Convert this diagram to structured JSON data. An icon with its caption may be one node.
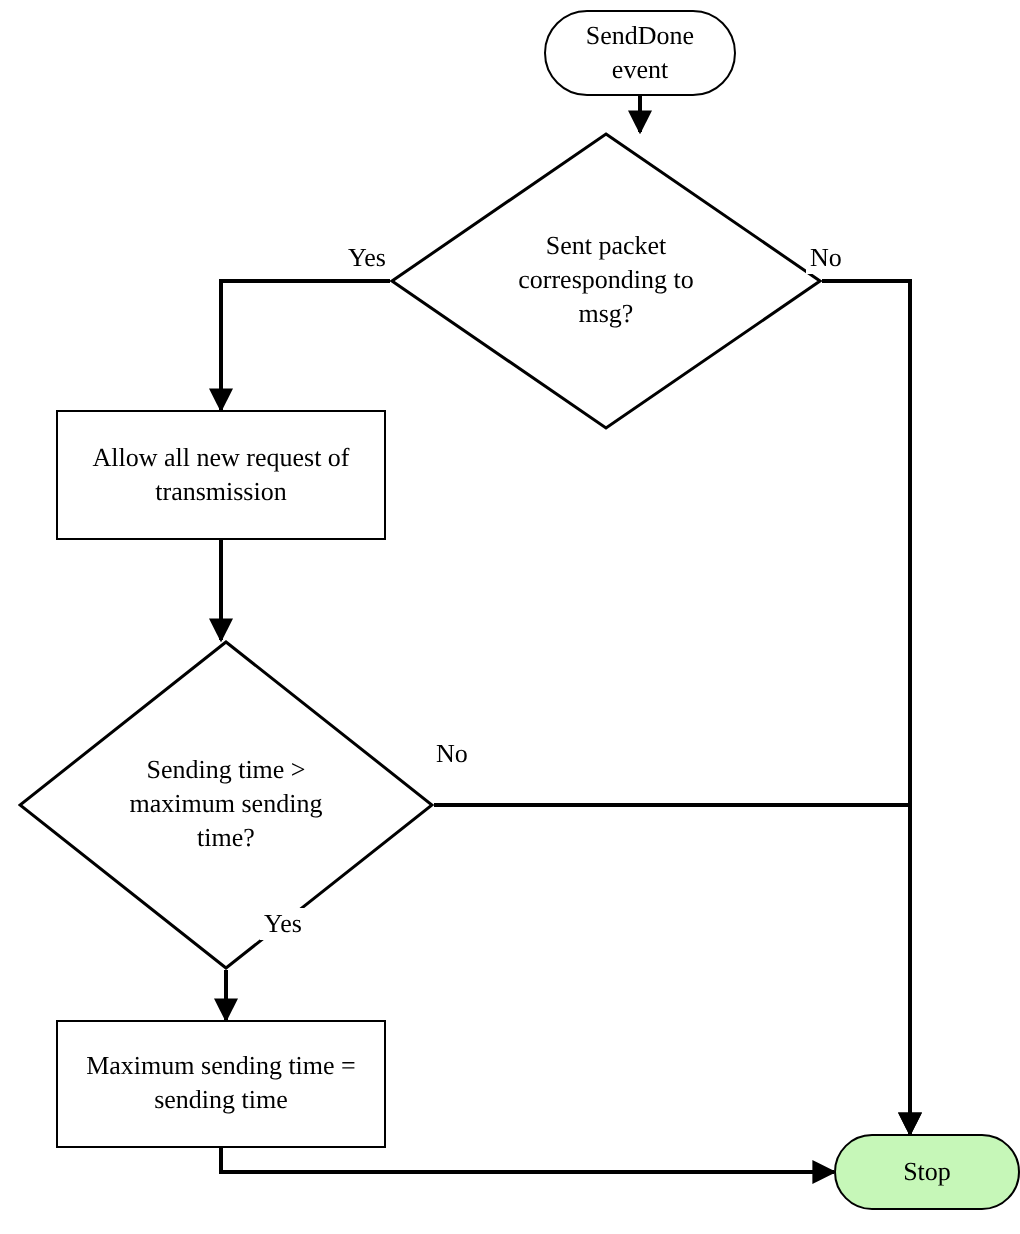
{
  "diagram": {
    "nodes": [
      {
        "text": [
          "SendDone event"
        ]
      },
      {
        "text": [
          "Sent packet corresponding to msg?"
        ]
      },
      {
        "text": [
          "Allow all new request of transmission"
        ]
      },
      {
        "text": [
          "Sending time > maximum sending time?"
        ]
      },
      {
        "text": [
          "Maximum sending time = sending time"
        ]
      },
      {
        "text": [
          "Stop"
        ]
      }
    ],
    "edges": [
      {
        "from": 0,
        "to": 1,
        "arrow": "to"
      },
      {
        "from": 1,
        "to": 2,
        "arrow": "to",
        "label": "Yes"
      },
      {
        "from": 1,
        "to": 5,
        "arrow": "to",
        "label": "No"
      },
      {
        "from": 2,
        "to": 3,
        "arrow": "to"
      },
      {
        "from": 3,
        "to": 4,
        "arrow": "to",
        "label": "Yes"
      },
      {
        "from": 3,
        "to": 5,
        "arrow": "to",
        "label": "No"
      },
      {
        "from": 4,
        "to": 5,
        "arrow": "to"
      }
    ]
  }
}
